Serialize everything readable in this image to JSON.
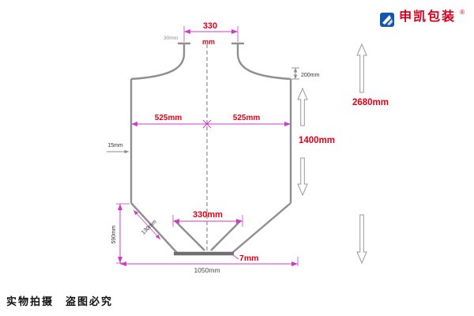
{
  "logo": {
    "brand": "申凯包装",
    "registered": "®"
  },
  "footer": {
    "notice": "实物拍摄　盗图必究"
  },
  "colors": {
    "accent_red": "#e30016",
    "dimension_magenta": "#cb3ccb",
    "outline_gray": "#8f8f8f",
    "logo_red": "#d6001c",
    "logo_blue": "#1456ad"
  },
  "diagram": {
    "labels": {
      "top_width_value": "330",
      "top_width_unit": "mm",
      "neck_offset": "30mm",
      "shoulder_drop": "200mm",
      "half_width_left": "525mm",
      "half_width_right": "525mm",
      "mid_height": "1400mm",
      "total_height": "2680mm",
      "film_thickness": "15mm",
      "bottom_inner_width": "330mm",
      "corner_taper": "130mm",
      "bottom_height": "590mm",
      "bottom_width": "1050mm",
      "bottom_seam": "7mm"
    }
  }
}
